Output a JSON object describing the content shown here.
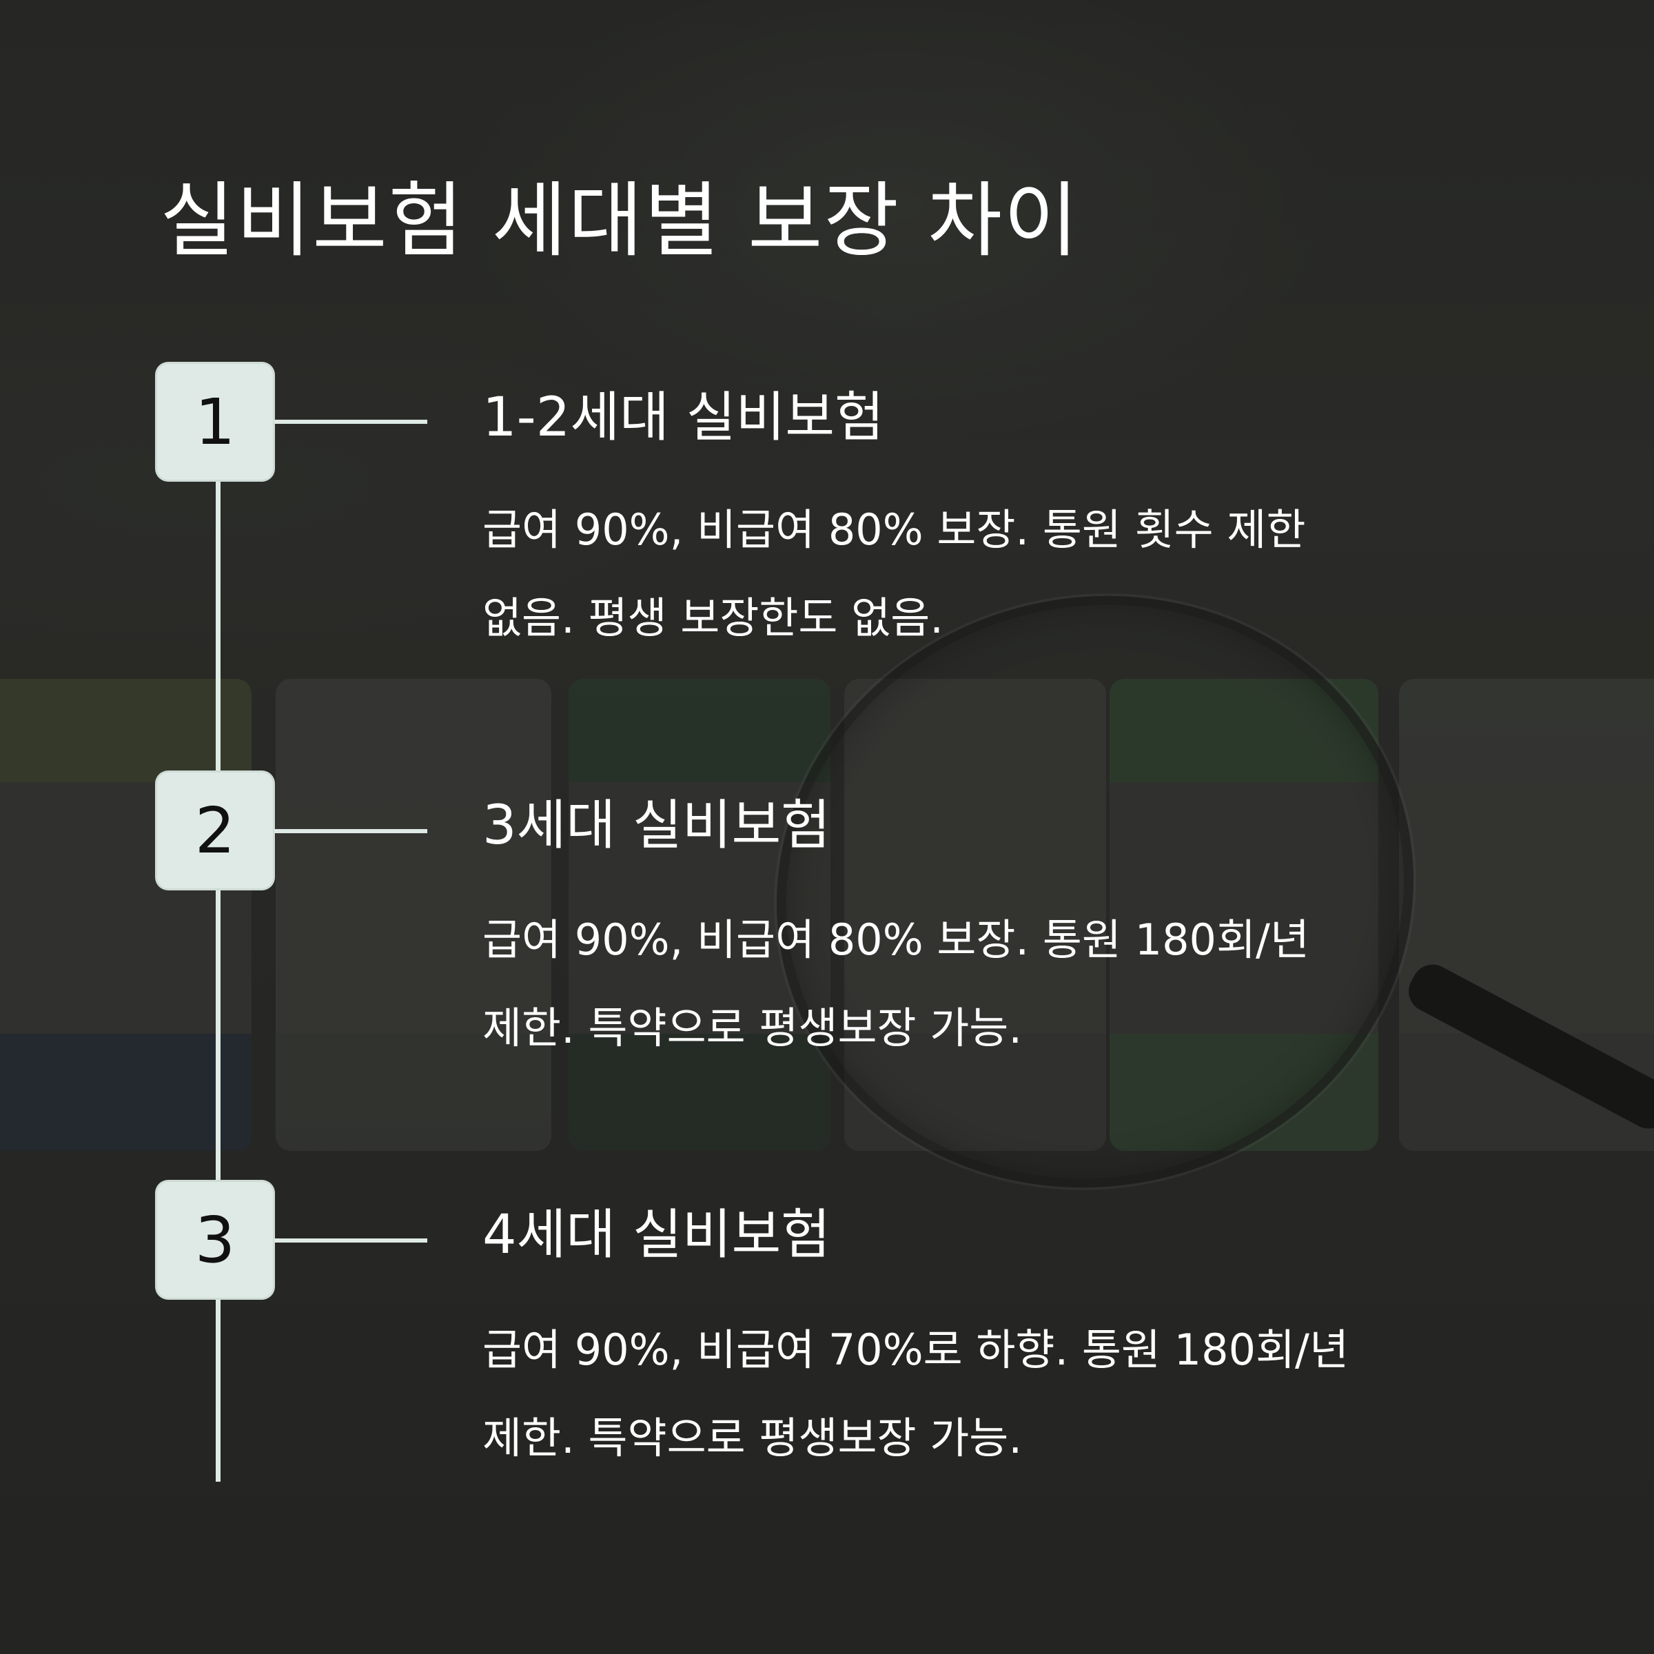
{
  "title": "실비보험 세대별 보장 차이",
  "steps": [
    {
      "number": "1",
      "heading": "1-2세대 실비보험",
      "body": "급여 90%, 비급여 80% 보장. 통원 횟수 제한\n없음. 평생 보장한도 없음."
    },
    {
      "number": "2",
      "heading": "3세대 실비보험",
      "body": "급여 90%, 비급여 80% 보장. 통원 180회/년\n제한. 특약으로 평생보장 가능."
    },
    {
      "number": "3",
      "heading": "4세대 실비보험",
      "body": "급여 90%, 비급여 70%로 하향. 통원 180회/년\n제한. 특약으로 평생보장 가능."
    }
  ],
  "colors": {
    "badge_fill": "#dfeae6",
    "timeline": "#dfeae6",
    "text": "#ffffff",
    "background": "#2b2c2a"
  }
}
